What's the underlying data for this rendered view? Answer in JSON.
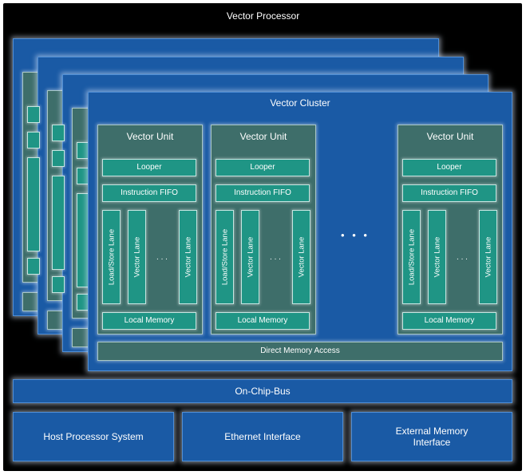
{
  "title": "Vector Processor",
  "cluster": {
    "title": "Vector Cluster",
    "units": [
      {
        "title": "Vector Unit",
        "looper": "Looper",
        "fifo": "Instruction FIFO",
        "lanes": [
          "Load/Store Lane",
          "Vector Lane",
          "Vector Lane"
        ],
        "lane_dots": ". . .",
        "memory": "Local Memory"
      },
      {
        "title": "Vector Unit",
        "looper": "Looper",
        "fifo": "Instruction FIFO",
        "lanes": [
          "Load/Store Lane",
          "Vector Lane",
          "Vector Lane"
        ],
        "lane_dots": ". . .",
        "memory": "Local Memory"
      },
      {
        "title": "Vector Unit",
        "looper": "Looper",
        "fifo": "Instruction FIFO",
        "lanes": [
          "Load/Store Lane",
          "Vector Lane",
          "Vector Lane"
        ],
        "lane_dots": ". . .",
        "memory": "Local Memory"
      }
    ],
    "unit_dots": "• • •",
    "dma": "Direct Memory Access"
  },
  "bus": "On-Chip-Bus",
  "interfaces": [
    "Host Processor System",
    "Ethernet Interface",
    "External Memory Interface"
  ],
  "colors": {
    "background": "#000000",
    "blue": "#1a5aa5",
    "dark": "#3e6e6a",
    "teal": "#1f9585"
  }
}
